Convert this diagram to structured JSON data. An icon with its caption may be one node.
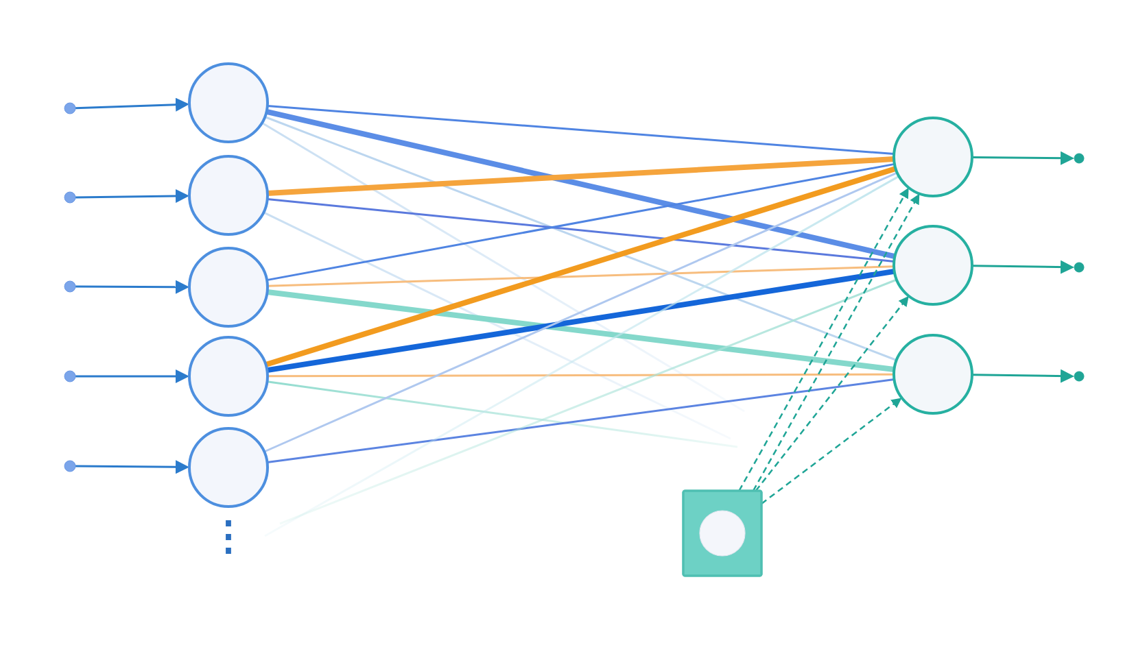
{
  "diagram": {
    "nodes": [
      {
        "text": [],
        "shape": "circle"
      },
      {
        "text": [],
        "shape": "circle"
      },
      {
        "text": [],
        "shape": "circle"
      },
      {
        "text": [],
        "shape": "circle"
      },
      {
        "text": [],
        "shape": "circle"
      },
      {
        "text": [],
        "shape": "circle"
      },
      {
        "text": [],
        "shape": "circle"
      },
      {
        "text": [],
        "shape": "circle"
      },
      {
        "text": [],
        "shape": "circle"
      },
      {
        "text": [],
        "shape": "circle"
      },
      {
        "text": [],
        "shape": "box"
      },
      {
        "text": [],
        "shape": "circle"
      },
      {
        "text": [],
        "shape": "circle"
      },
      {
        "text": [],
        "shape": "circle"
      },
      {
        "text": [],
        "shape": "circle"
      },
      {
        "text": [],
        "shape": "circle"
      },
      {
        "text": [],
        "shape": "circle"
      }
    ],
    "edges": [
      {
        "from": 0,
        "to": 5,
        "arrow": "to",
        "color": "#2b7bcc"
      },
      {
        "from": 1,
        "to": 6,
        "arrow": "to",
        "color": "#2b7bcc"
      },
      {
        "from": 2,
        "to": 7,
        "arrow": "to",
        "color": "#2b7bcc"
      },
      {
        "from": 3,
        "to": 8,
        "arrow": "to",
        "color": "#2b7bcc"
      },
      {
        "from": 4,
        "to": 9,
        "arrow": "to",
        "color": "#2b7bcc"
      },
      {
        "from": 5,
        "to": 11,
        "arrow": "none",
        "color": "#4f84e2"
      },
      {
        "from": 5,
        "to": 12,
        "arrow": "none",
        "style": "thick",
        "color": "#5b8de6"
      },
      {
        "from": 5,
        "to": 13,
        "arrow": "none",
        "color": "#bcd6ef"
      },
      {
        "from": 5,
        "to": null,
        "arrow": "none",
        "color": "#c8def2"
      },
      {
        "from": 6,
        "to": 11,
        "arrow": "none",
        "style": "thick",
        "color": "#f5a43c"
      },
      {
        "from": 6,
        "to": 12,
        "arrow": "none",
        "color": "#5a79dd"
      },
      {
        "from": 6,
        "to": null,
        "arrow": "none",
        "color": "#c8def2"
      },
      {
        "from": 7,
        "to": 11,
        "arrow": "none",
        "color": "#4f84e2"
      },
      {
        "from": 7,
        "to": 12,
        "arrow": "none",
        "color": "#f7bd7e"
      },
      {
        "from": 7,
        "to": 13,
        "arrow": "none",
        "style": "thick",
        "color": "#84d8cb"
      },
      {
        "from": 8,
        "to": 11,
        "arrow": "none",
        "style": "thick",
        "color": "#f29b1f"
      },
      {
        "from": 8,
        "to": 12,
        "arrow": "none",
        "style": "thick",
        "color": "#1466d9"
      },
      {
        "from": 8,
        "to": 13,
        "arrow": "none",
        "color": "#f7bd7e"
      },
      {
        "from": 8,
        "to": null,
        "arrow": "none",
        "color": "#93dccf"
      },
      {
        "from": 9,
        "to": 11,
        "arrow": "none",
        "color": "#afc8ef"
      },
      {
        "from": 9,
        "to": 13,
        "arrow": "none",
        "color": "#5c84e1"
      },
      {
        "from": null,
        "to": 11,
        "arrow": "none",
        "color": "#c3e6ee"
      },
      {
        "from": null,
        "to": 12,
        "arrow": "none",
        "color": "#a8e2d8"
      },
      {
        "from": 10,
        "to": 11,
        "arrow": "to",
        "style": "dashed"
      },
      {
        "from": 10,
        "to": 11,
        "arrow": "to",
        "style": "dashed"
      },
      {
        "from": 10,
        "to": 12,
        "arrow": "to",
        "style": "dashed"
      },
      {
        "from": 10,
        "to": 13,
        "arrow": "to",
        "style": "dashed"
      },
      {
        "from": 11,
        "to": 14,
        "arrow": "to"
      },
      {
        "from": 12,
        "to": 15,
        "arrow": "to"
      },
      {
        "from": 13,
        "to": 16,
        "arrow": "to"
      }
    ],
    "labels": [
      "⋮"
    ]
  }
}
